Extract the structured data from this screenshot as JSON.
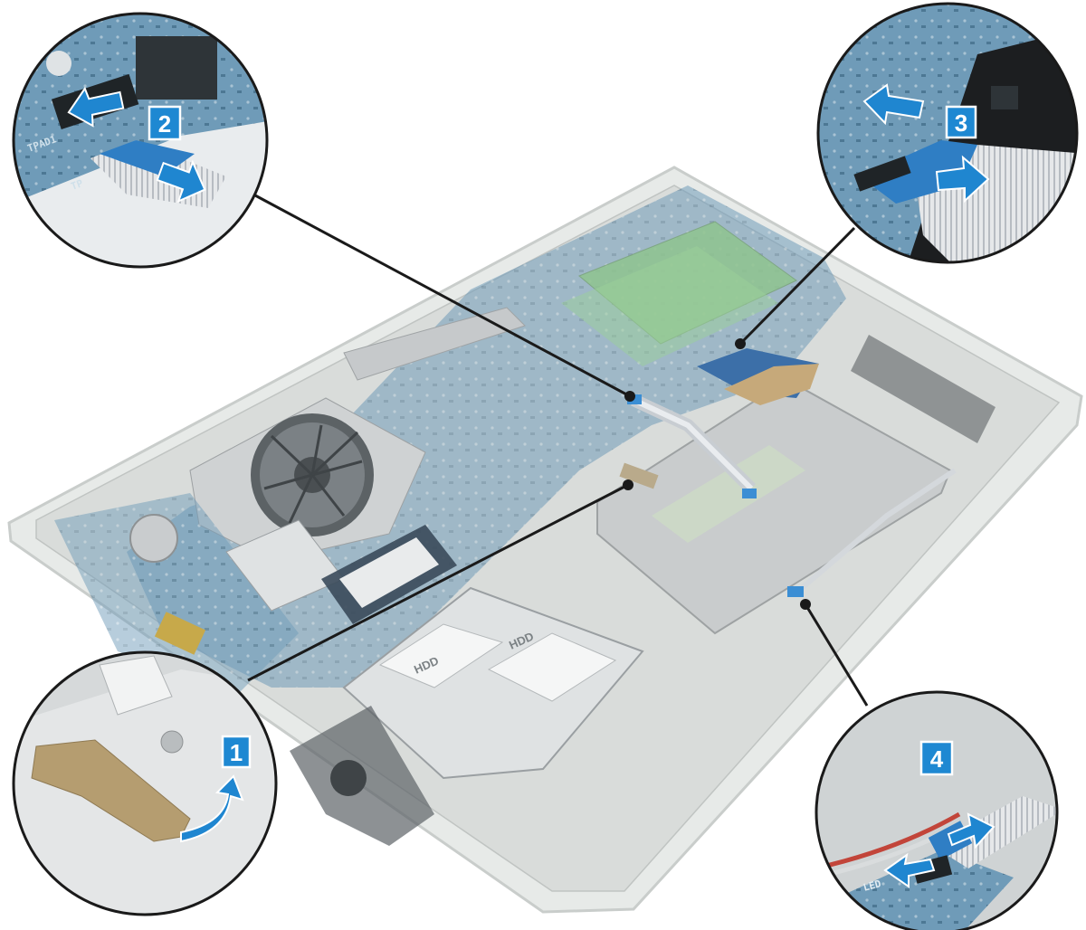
{
  "figure": {
    "colors": {
      "badge_fill": "#1e88d2",
      "badge_border": "#ffffff",
      "arrow_fill": "#1f86d0",
      "callout_line": "#1a1a1a",
      "chassis": "#e3e6e4",
      "board": "#7aa3be",
      "cable": "#5b9bd5",
      "tape": "#c8b38a"
    },
    "steps": [
      {
        "number": "1",
        "icon": "peel-arrow-icon"
      },
      {
        "number": "2",
        "icon": "double-arrow-icon"
      },
      {
        "number": "3",
        "icon": "double-arrow-icon"
      },
      {
        "number": "4",
        "icon": "double-arrow-icon"
      }
    ],
    "component_labels": {
      "hdd_top": "HDD",
      "hdd_bottom": "HDD",
      "tp_silkscreen": "TP",
      "tpad_silkscreen": "TPAD1",
      "led_silkscreen": "LED"
    }
  }
}
